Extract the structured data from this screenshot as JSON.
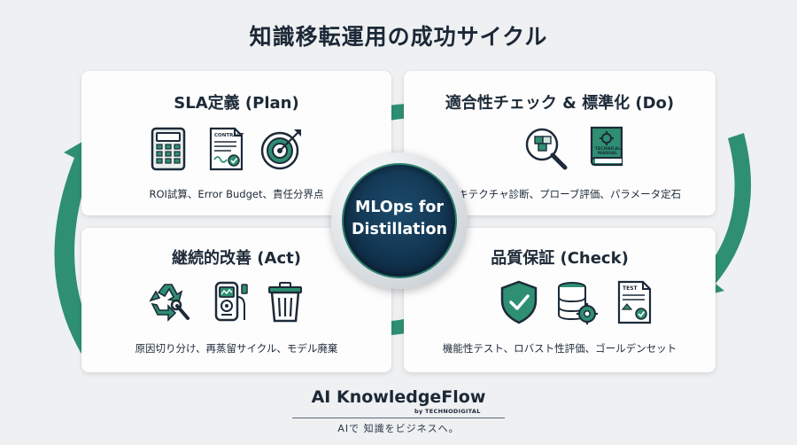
{
  "title": "知識移転運用の成功サイクル",
  "center": {
    "line1": "MLOps for",
    "line2": "Distillation"
  },
  "cards": {
    "plan": {
      "title": "SLA定義 (Plan)",
      "desc": "ROI試算、Error Budget、責任分界点",
      "contract_label": "CONTRACT"
    },
    "do": {
      "title": "適合性チェック & 標準化 (Do)",
      "desc": "アーキテクチャ診断、プローブ評価、パラメータ定石",
      "manual_label1": "TECHNICAL",
      "manual_label2": "MANUAL"
    },
    "act": {
      "title": "継続的改善 (Act)",
      "desc": "原因切り分け、再蒸留サイクル、モデル廃棄"
    },
    "check": {
      "title": "品質保証 (Check)",
      "desc": "機能性テスト、ロバスト性評価、ゴールデンセット",
      "test_label": "TEST"
    }
  },
  "brand": {
    "name": "AI KnowledgeFlow",
    "by": "by TECHNODIGITAL",
    "tagline": "AIで 知識をビジネスへ。"
  },
  "colors": {
    "accent": "#2e8f72",
    "navy": "#1d2a38",
    "card": "#fdfdfd"
  }
}
